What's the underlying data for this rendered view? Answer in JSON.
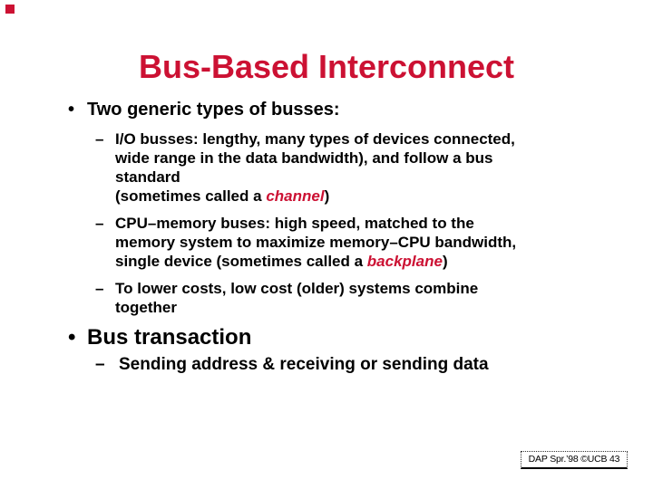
{
  "slide": {
    "title": "Bus-Based Interconnect",
    "colors": {
      "accent": "#cc1133",
      "text": "#000000",
      "background": "#ffffff"
    },
    "corner_logo": {
      "color": "#cc1133"
    },
    "content": {
      "bullets": [
        {
          "marker": "•",
          "text": "Two generic types of busses:",
          "subitems": [
            {
              "marker": "–",
              "lines": [
                "I/O busses: lengthy, many types of devices connected,",
                "wide range in the data bandwidth), and follow a bus",
                "standard"
              ],
              "last_line": {
                "prefix": "(sometimes called a ",
                "keyword": "channel",
                "suffix": ")"
              }
            },
            {
              "marker": "–",
              "lines": [
                "CPU–memory buses: high speed, matched to the",
                "memory system to maximize memory–CPU bandwidth,"
              ],
              "last_line": {
                "prefix": "single device (sometimes called a ",
                "keyword": "backplane",
                "suffix": ")"
              }
            },
            {
              "marker": "–",
              "lines": [
                "To lower costs, low cost (older) systems combine",
                "together"
              ]
            }
          ]
        },
        {
          "marker": "•",
          "text": "Bus transaction",
          "subitems": [
            {
              "marker": "–",
              "lines": [
                "Sending address & receiving or sending data"
              ]
            }
          ]
        }
      ]
    },
    "footer": {
      "label": "DAP Spr.’98 ©UCB 43"
    }
  }
}
